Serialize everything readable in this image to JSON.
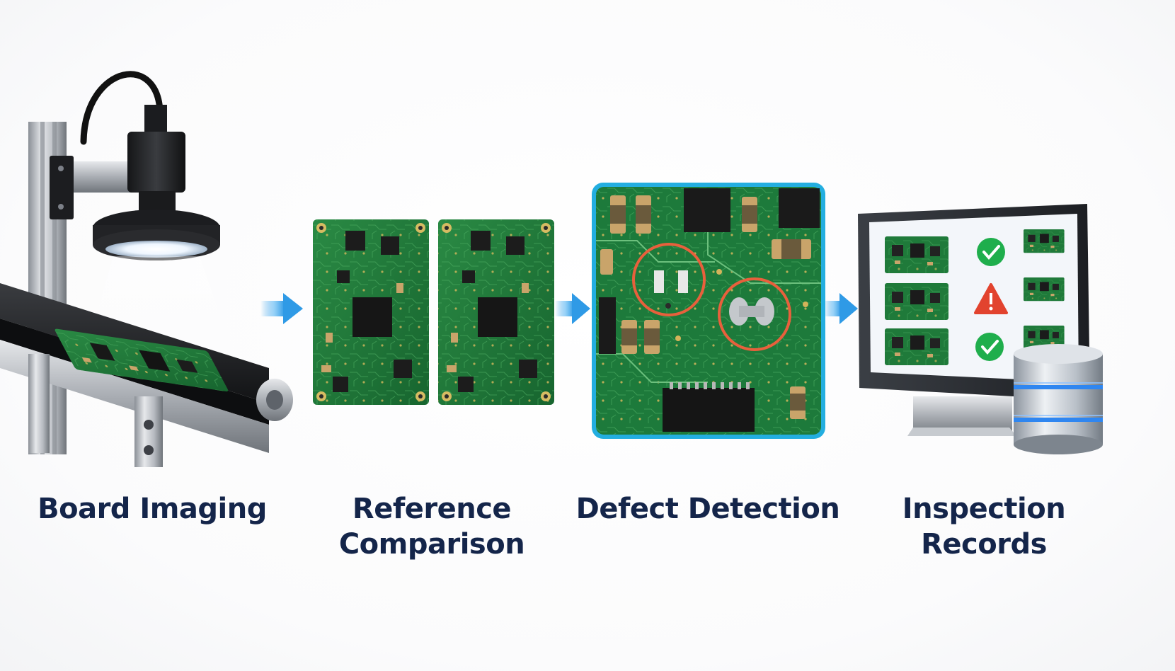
{
  "steps": [
    {
      "lines": [
        "Board Imaging",
        ""
      ]
    },
    {
      "lines": [
        "Reference",
        "Comparison"
      ]
    },
    {
      "lines": [
        "Defect Detection",
        ""
      ]
    },
    {
      "lines": [
        "Inspection",
        "Records"
      ]
    }
  ],
  "colors": {
    "label": "#14254a",
    "arrow": "#2f9ae6",
    "pcb_green": "#1f7a3a",
    "highlight_frame": "#23aee0",
    "defect_circle": "#e8603c",
    "pass_check": "#1fae4c",
    "warning": "#e2432e",
    "db_glow": "#2f86f0"
  },
  "monitor_results": [
    "pass-icon",
    "warning-icon",
    "pass-icon"
  ]
}
